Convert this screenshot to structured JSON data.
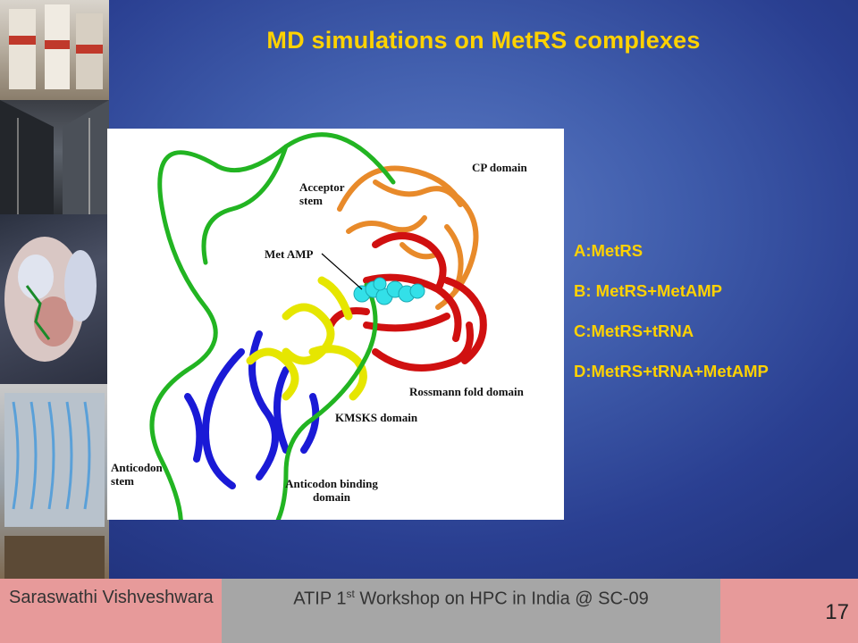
{
  "slide": {
    "title": "MD simulations on MetRS complexes",
    "figure_labels": {
      "acceptor_stem": "Acceptor stem",
      "cp_domain": "CP domain",
      "met_amp": "Met AMP",
      "rossmann": "Rossmann fold domain",
      "kmsks": "KMSKS domain",
      "anticodon_stem": "Anticodon stem",
      "anticodon_binding": "Anticodon binding domain"
    },
    "legend": [
      "A:MetRS",
      "B: MetRS+MetAMP",
      "C:MetRS+tRNA",
      "D:MetRS+tRNA+MetAMP"
    ]
  },
  "footer": {
    "author": "Saraswathi Vishveshwara",
    "event_prefix": "ATIP 1",
    "event_sup": "st",
    "event_suffix": " Workshop on HPC in India @ SC-09",
    "page_number": "17"
  },
  "colors": {
    "title": "#ffd200",
    "legend": "#ffd200",
    "footer_side": "#e79a9a",
    "footer_mid": "#a6a6a6",
    "trna_green": "#22b422",
    "cp_orange": "#e88a2a",
    "rossmann_red": "#d01010",
    "kmsks_yellow": "#e6e600",
    "anticodon_blue": "#1a1ad6",
    "metamp_cyan": "#33e0e8"
  }
}
